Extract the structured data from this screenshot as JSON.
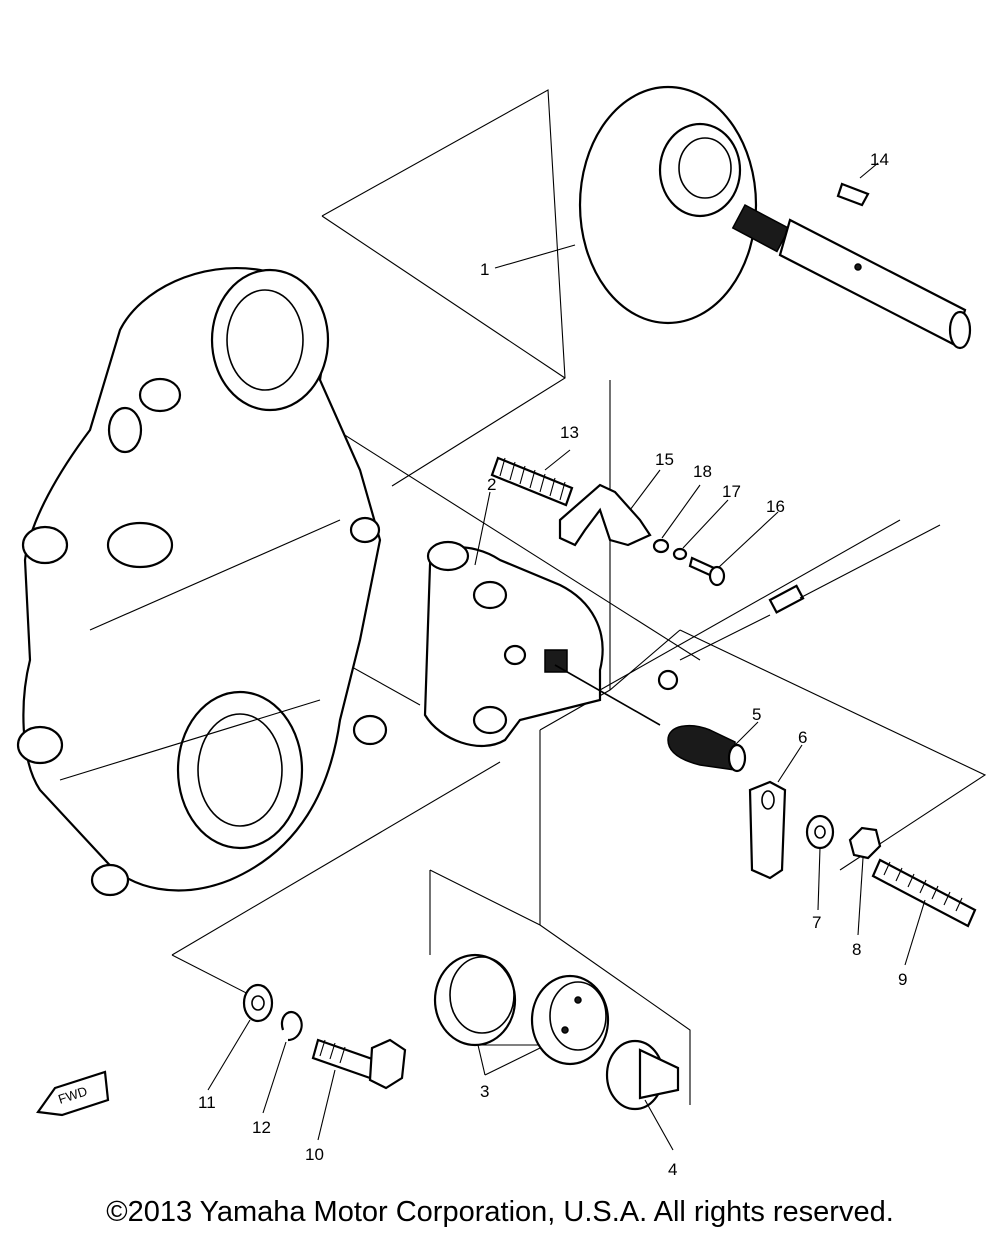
{
  "callouts": {
    "c1": "1",
    "c2": "2",
    "c3": "3",
    "c4": "4",
    "c5": "5",
    "c6": "6",
    "c7": "7",
    "c8": "8",
    "c9": "9",
    "c10": "10",
    "c11": "11",
    "c12": "12",
    "c13": "13",
    "c14": "14",
    "c15": "15",
    "c16": "16",
    "c17": "17",
    "c18": "18"
  },
  "fwd_label": "FWD",
  "copyright": "©2013 Yamaha Motor Corporation, U.S.A. All rights reserved."
}
